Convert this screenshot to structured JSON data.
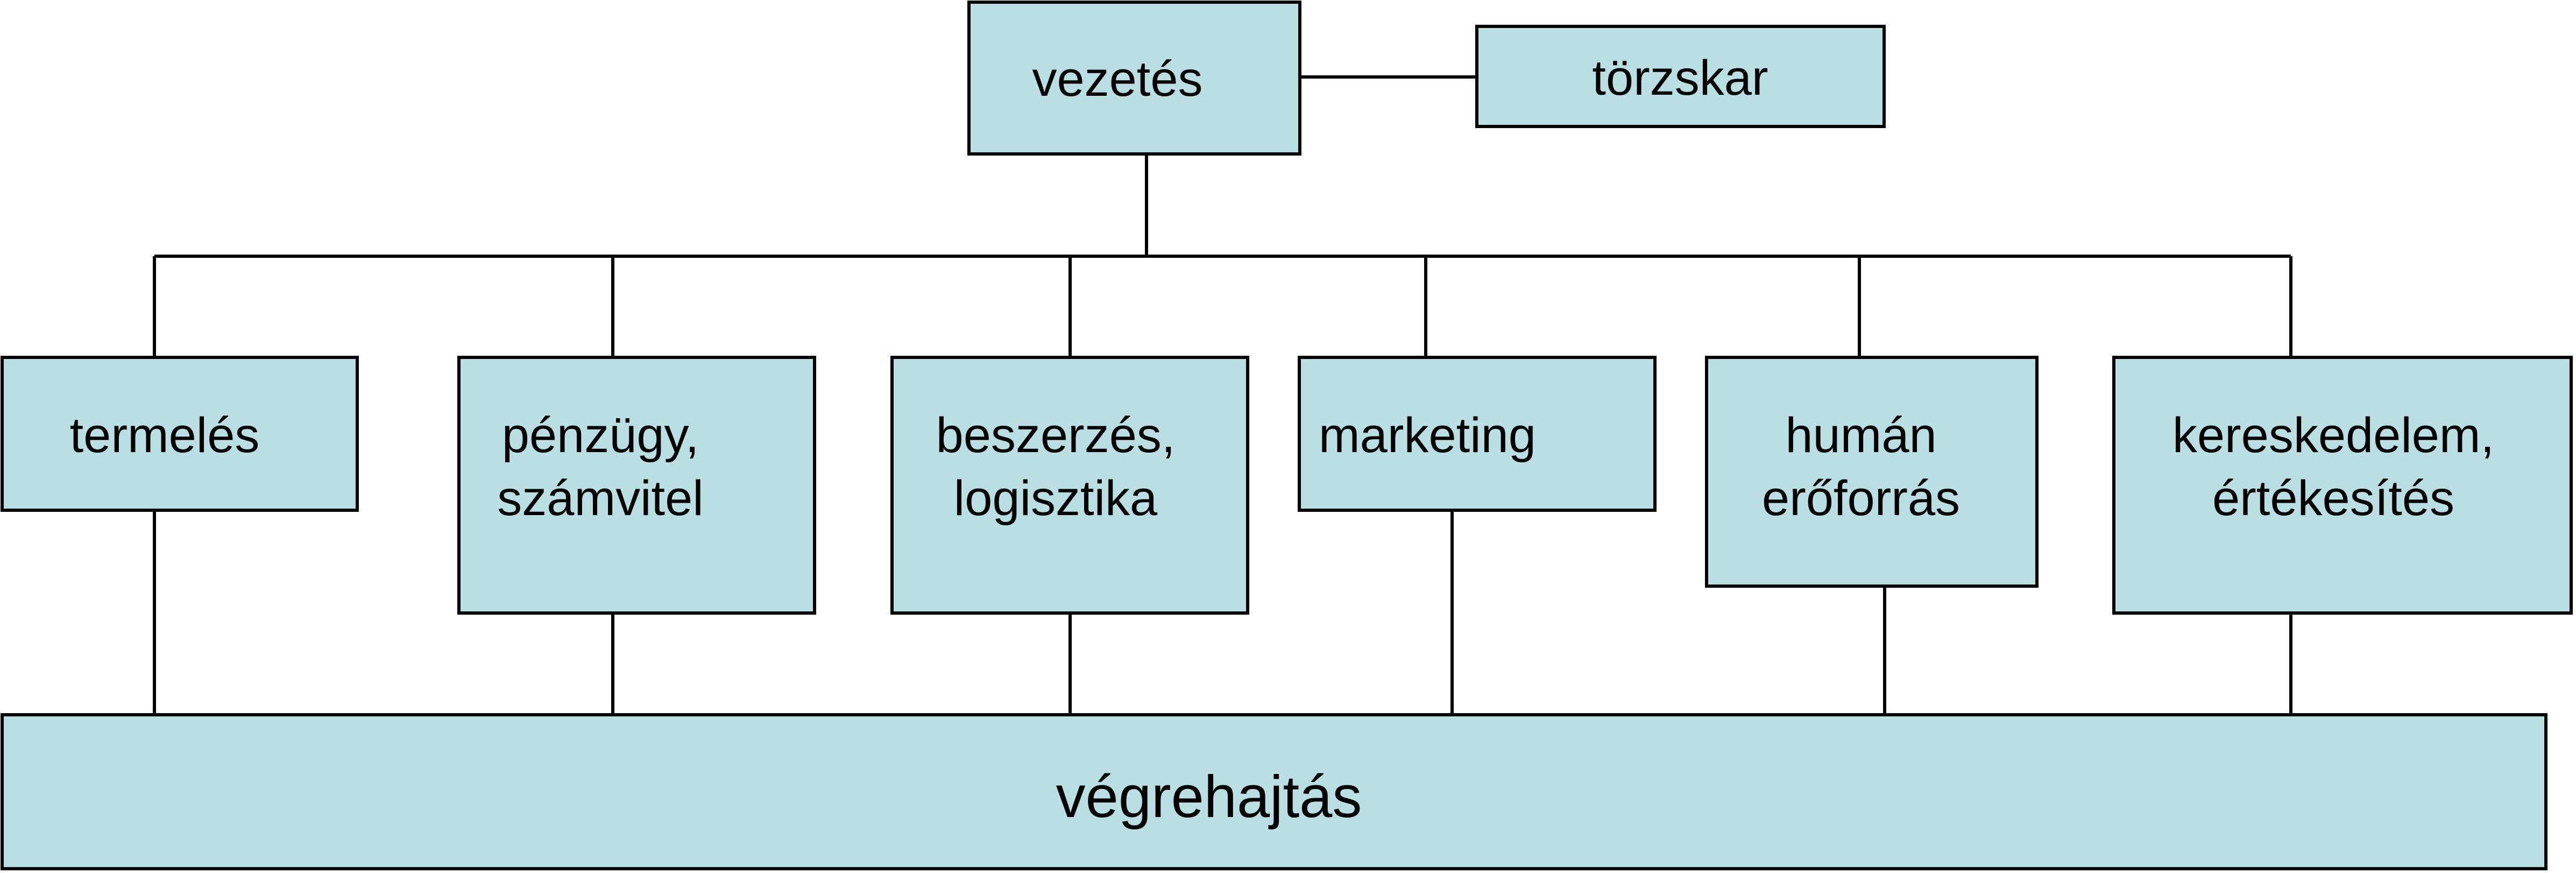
{
  "diagram": {
    "top": {
      "leadership": "vezetés",
      "staff": "törzskar"
    },
    "departments": [
      {
        "lines": [
          "termelés"
        ]
      },
      {
        "lines": [
          "pénzügy,",
          "számvitel"
        ]
      },
      {
        "lines": [
          "beszerzés,",
          "logisztika"
        ]
      },
      {
        "lines": [
          "marketing"
        ]
      },
      {
        "lines": [
          "humán",
          "erőforrás"
        ]
      },
      {
        "lines": [
          "kereskedelem,",
          "értékesítés"
        ]
      }
    ],
    "execution": "végrehajtás",
    "colors": {
      "box_fill": "#b9dfe3",
      "stroke": "#000000"
    }
  }
}
